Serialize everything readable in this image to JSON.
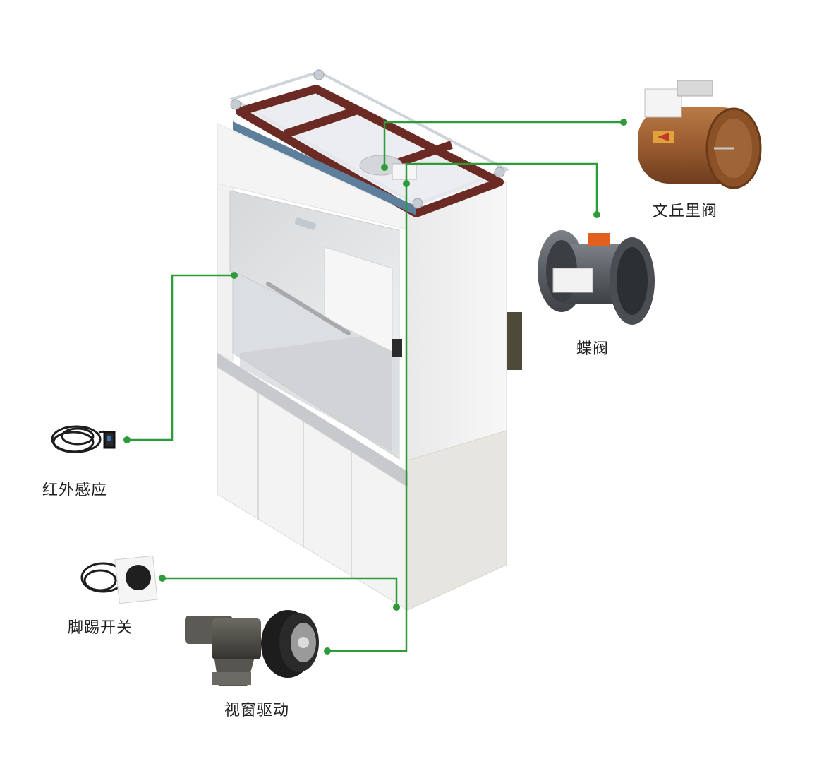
{
  "colors": {
    "connector_line": "#2e9b3a",
    "cabinet_white": "#f2f2f2",
    "frame_brown": "#6b2a24",
    "valve_copper": "#a9683a",
    "valve_grey": "#5f6469"
  },
  "components": {
    "venturi_valve": {
      "label": "文丘里阀",
      "icon": "venturi-valve-icon"
    },
    "butterfly_valve": {
      "label": "蝶阀",
      "icon": "butterfly-valve-icon"
    },
    "infrared_sensor": {
      "label": "红外感应",
      "icon": "infrared-sensor-icon"
    },
    "foot_switch": {
      "label": "脚踢开关",
      "icon": "foot-switch-icon"
    },
    "sash_drive": {
      "label": "视窗驱动",
      "icon": "sash-drive-motor-icon"
    }
  }
}
